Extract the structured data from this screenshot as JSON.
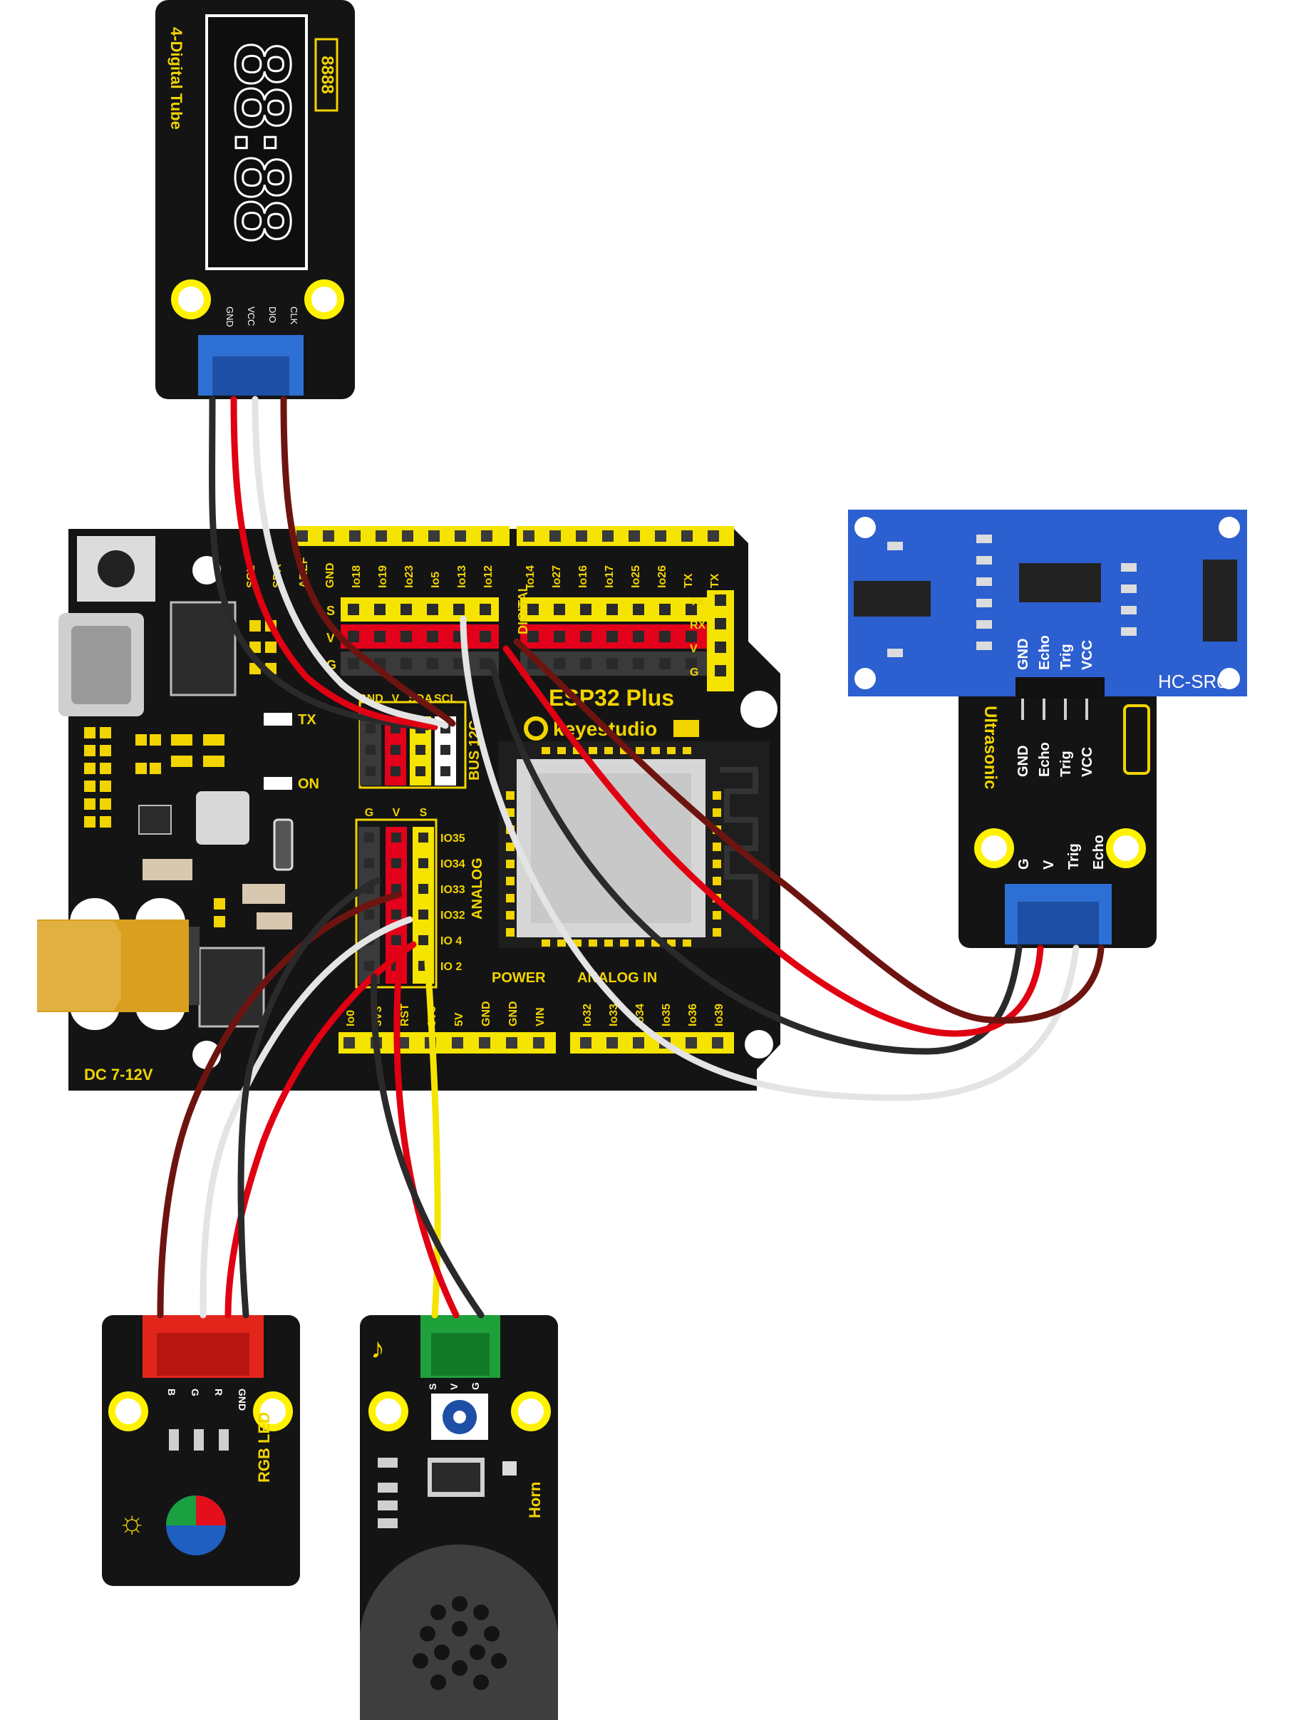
{
  "colors": {
    "pcb": "#141414",
    "header_yellow": "#f5e400",
    "header_red": "#e3001b",
    "header_dark": "#3a3a3a",
    "silk_yellow": "#f2d400",
    "sonar_blue": "#2c5fd0",
    "wire_black": "#2a2a2a",
    "wire_red": "#e00012",
    "wire_white": "#e4e4e4",
    "wire_brown": "#6e1410",
    "wire_yellow": "#f5e400",
    "mount_hole": "#fff200",
    "dc_jack": "#d9a020"
  },
  "mainboard": {
    "brand": "keyestudio",
    "model": "ESP32 Plus",
    "top_pins_left": [
      "SCL",
      "SDA",
      "AREF",
      "GND",
      "Io18",
      "Io19",
      "Io23",
      "Io5",
      "Io13",
      "Io12"
    ],
    "top_pins_right": [
      "Io14",
      "Io27",
      "Io16",
      "Io17",
      "Io25",
      "Io26",
      "TX",
      "TX"
    ],
    "row_labels": [
      "S",
      "V",
      "G"
    ],
    "uart_labels": [
      "TX",
      "RX",
      "V",
      "G"
    ],
    "digital_label": "DIGITAL",
    "i2c_labels": [
      "GND",
      "V",
      "SDA",
      "SCL"
    ],
    "i2c_bus": "BUS 12C",
    "analog_head": [
      "G",
      "V",
      "S"
    ],
    "analog_pins": [
      "IO35",
      "IO34",
      "IO33",
      "IO32",
      "IO 4",
      "IO 2"
    ],
    "analog_label": "ANALOG",
    "power_label": "POWER",
    "analog_in_label": "ANALOG IN",
    "bottom_pins_left": [
      "Io0",
      "3V3",
      "RST",
      "3V3",
      "5V",
      "GND",
      "GND",
      "VIN"
    ],
    "bottom_pins_right": [
      "Io32",
      "Io33",
      "Io34",
      "Io35",
      "Io36",
      "Io39"
    ],
    "tx_led": "TX",
    "on_led": "ON",
    "dc_label": "DC 7-12V"
  },
  "tube": {
    "name": "4-Digital Tube",
    "pins": [
      "GND",
      "VCC",
      "DIO",
      "CLK"
    ],
    "digits": "88:88",
    "badge": "8888"
  },
  "sonar": {
    "model": "HC-SR04",
    "pins": [
      "GND",
      "Echo",
      "Trig",
      "VCC"
    ],
    "adapter_pins": [
      "GND",
      "Echo",
      "Trig",
      "VCC"
    ],
    "adapter_name": "Ultrasonic",
    "connector_pins": [
      "G",
      "V",
      "Trig",
      "Echo"
    ]
  },
  "rgb_led": {
    "name": "RGB LED",
    "pins": [
      "B",
      "G",
      "R",
      "GND"
    ]
  },
  "horn": {
    "name": "Horn",
    "pins": [
      "S",
      "V",
      "G"
    ]
  }
}
